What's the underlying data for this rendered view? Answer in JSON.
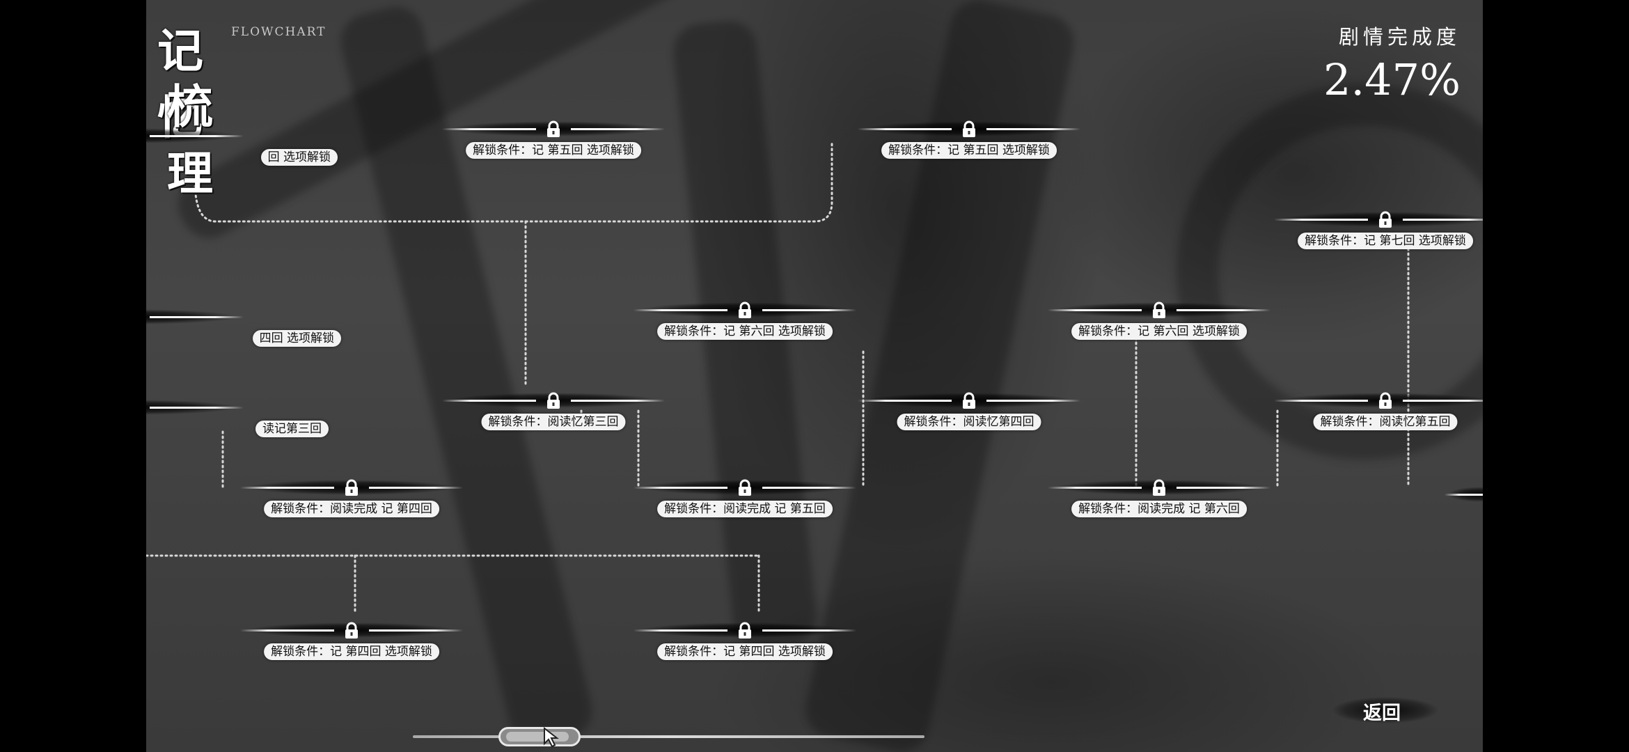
{
  "header": {
    "logo_line1": "记忆",
    "logo_line2": "梳理",
    "subtitle": "FLOWCHART",
    "completion_label": "剧情完成度",
    "completion_value": "2.47%"
  },
  "nodes": [
    {
      "id": "n1",
      "label": "解锁条件：记 第五回 选项解锁",
      "locked": true
    },
    {
      "id": "n2",
      "label": "解锁条件：记 第五回 选项解锁",
      "locked": true
    },
    {
      "id": "n3",
      "label": "解锁条件：记 第七回 选项解锁",
      "locked": true
    },
    {
      "id": "n4",
      "label": "解锁条件：记 第六回 选项解锁",
      "locked": true
    },
    {
      "id": "n5",
      "label": "解锁条件：记 第六回 选项解锁",
      "locked": true
    },
    {
      "id": "n6",
      "label": "解锁条件：阅读忆第三回",
      "locked": true
    },
    {
      "id": "n7",
      "label": "解锁条件：阅读忆第四回",
      "locked": true
    },
    {
      "id": "n8",
      "label": "解锁条件：阅读忆第五回",
      "locked": true
    },
    {
      "id": "n9",
      "label": "解锁条件：阅读完成 记 第四回",
      "locked": true
    },
    {
      "id": "n10",
      "label": "解锁条件：阅读完成 记 第五回",
      "locked": true
    },
    {
      "id": "n11",
      "label": "解锁条件：阅读完成 记 第六回",
      "locked": true
    },
    {
      "id": "n12",
      "label": "解锁条件：记 第四回 选项解锁",
      "locked": true
    },
    {
      "id": "n13",
      "label": "解锁条件：记 第四回 选项解锁",
      "locked": true
    }
  ],
  "partial_nodes": [
    {
      "id": "p1",
      "label": "回 选项解锁"
    },
    {
      "id": "p2",
      "label": "四回 选项解锁"
    },
    {
      "id": "p3",
      "label": "读记第三回"
    }
  ],
  "footer": {
    "back_label": "返回",
    "scroll_position": 0.2
  },
  "colors": {
    "tag_bg": "#f3f3f3",
    "line": "#ffffff",
    "bg": "#3f3f3f"
  }
}
